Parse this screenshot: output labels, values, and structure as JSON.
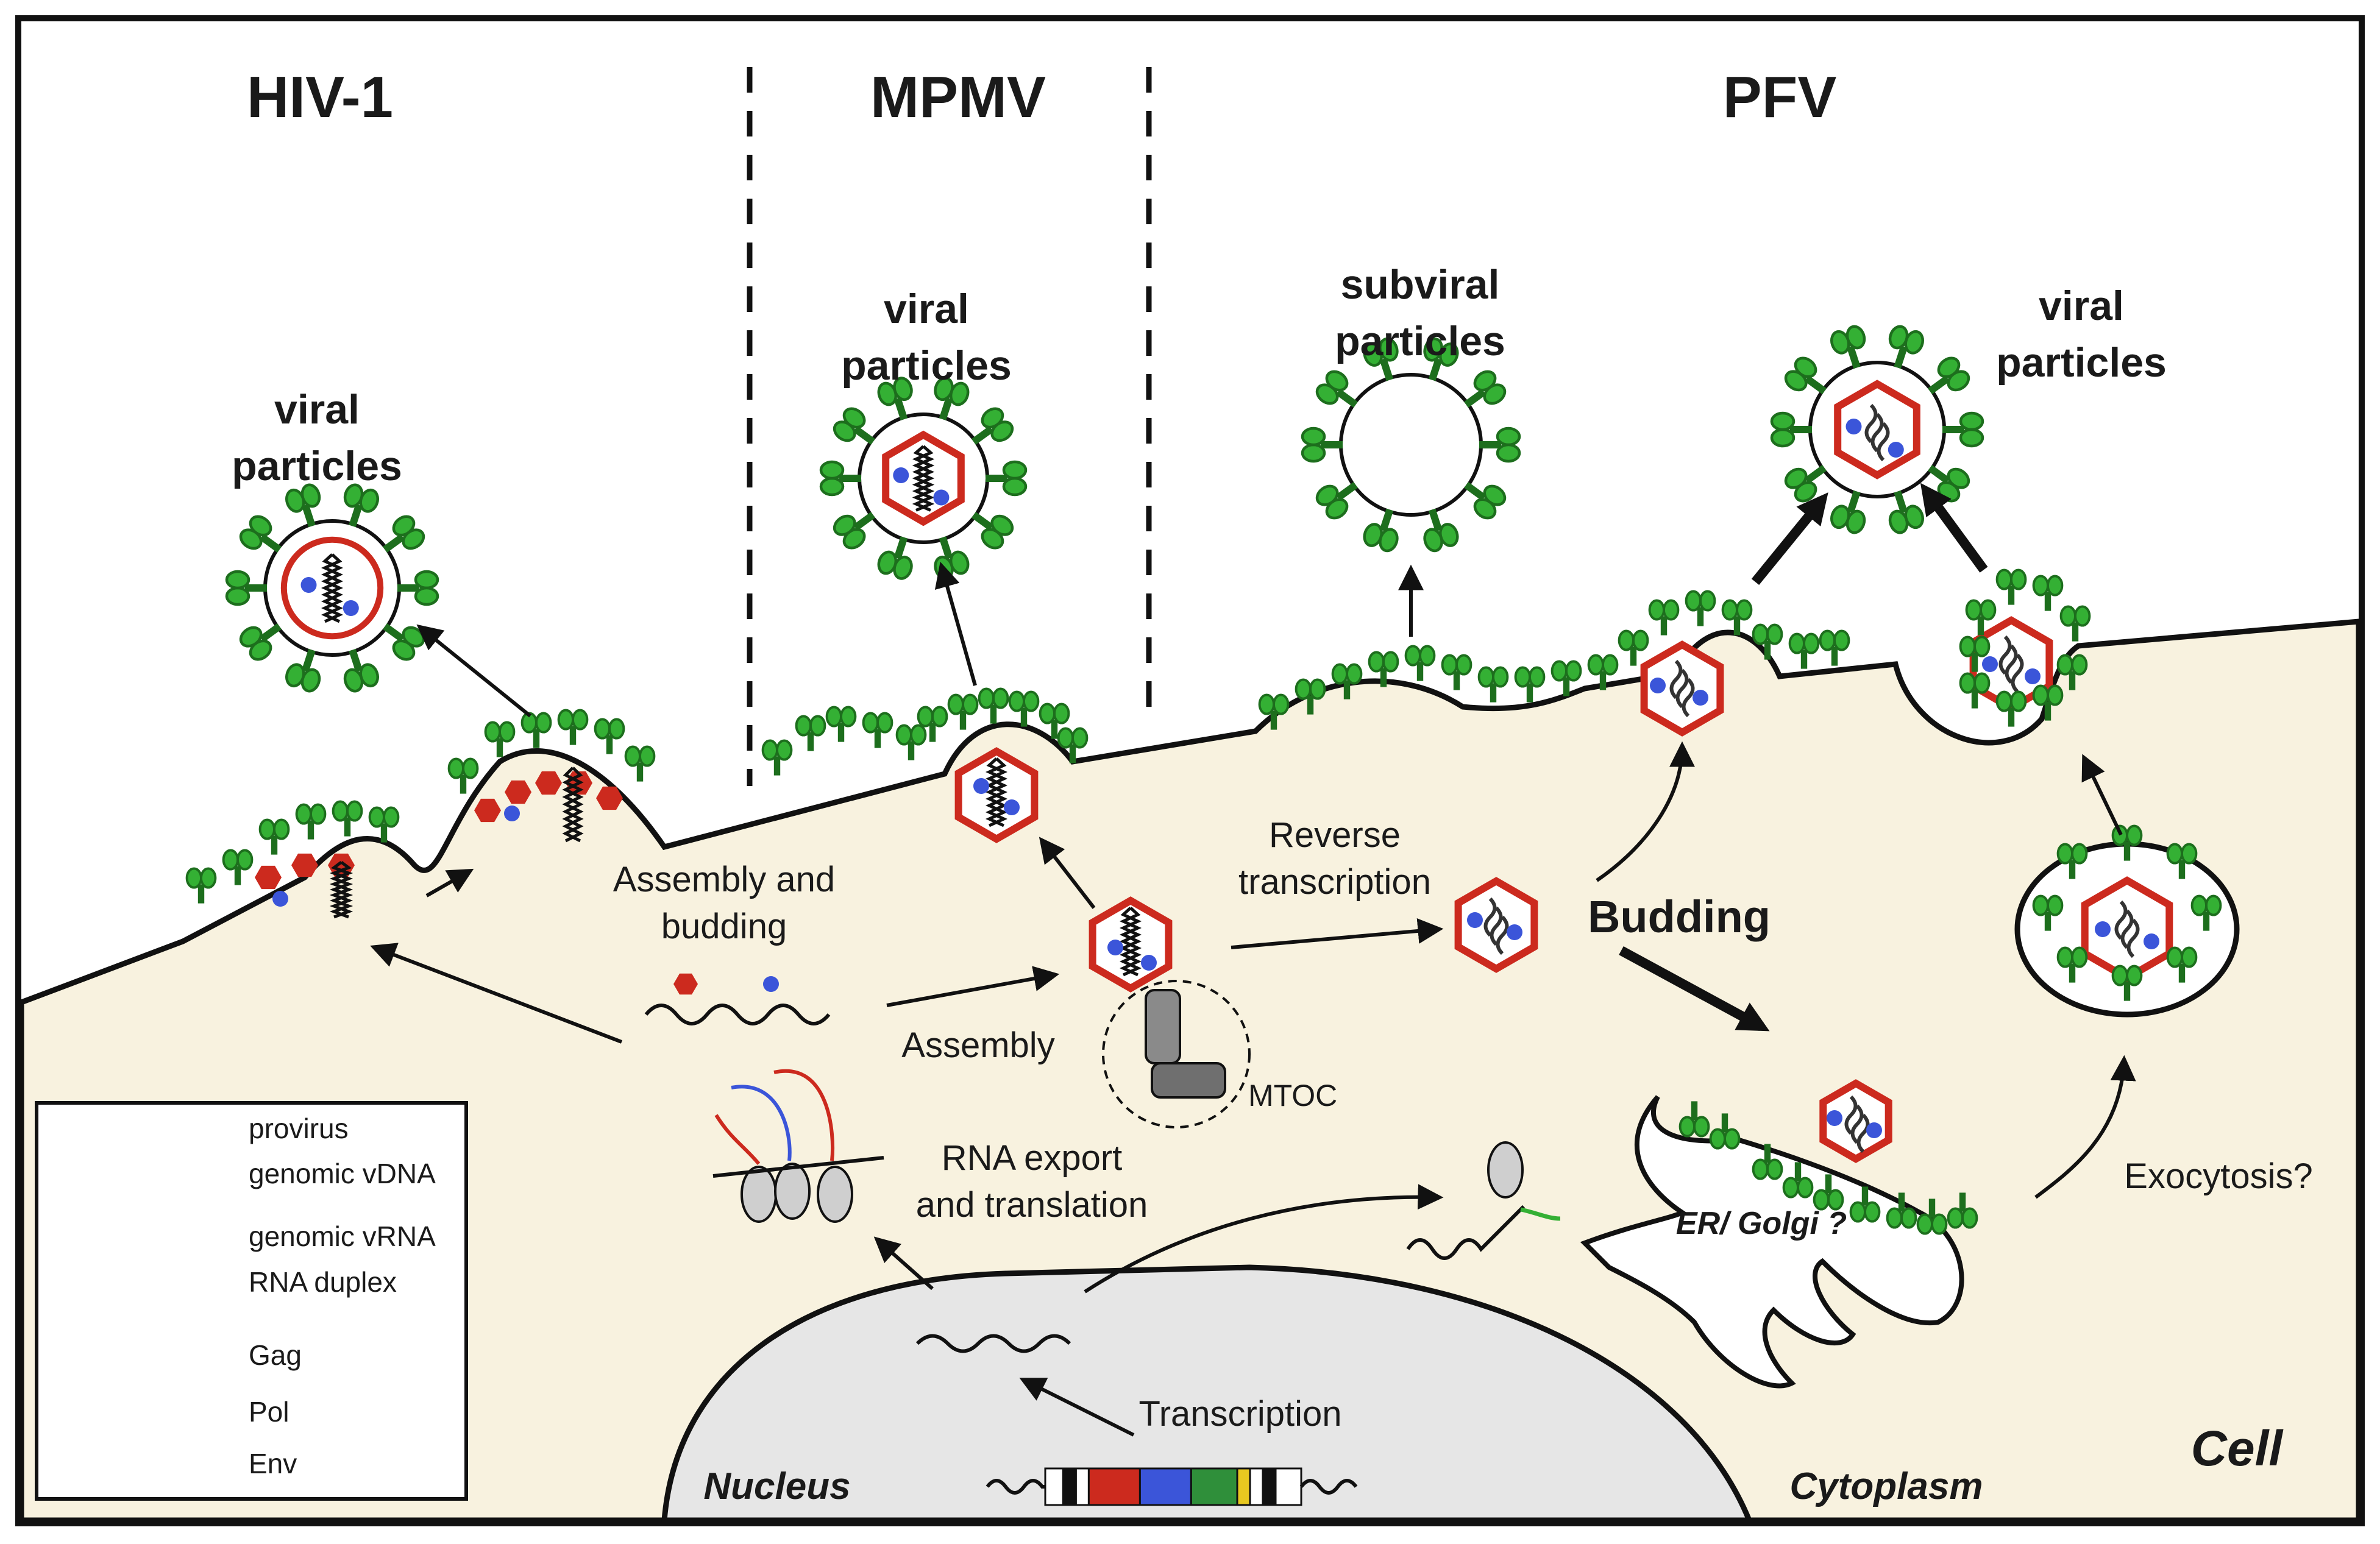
{
  "panels": {
    "hiv": "HIV-1",
    "mpmv": "MPMV",
    "pfv": "PFV"
  },
  "particles": {
    "hiv_l1": "viral",
    "hiv_l2": "particles",
    "mpmv_l1": "viral",
    "mpmv_l2": "particles",
    "subviral_l1": "subviral",
    "subviral_l2": "particles",
    "pfv_l1": "viral",
    "pfv_l2": "particles"
  },
  "process": {
    "assembly_budding_l1": "Assembly and",
    "assembly_budding_l2": "budding",
    "assembly": "Assembly",
    "reverse_l1": "Reverse",
    "reverse_l2": "transcription",
    "budding": "Budding",
    "rna_export_l1": "RNA export",
    "rna_export_l2": "and translation",
    "mtoc": "MTOC",
    "er_golgi": "ER/ Golgi ?",
    "exocytosis": "Exocytosis?",
    "transcription": "Transcription"
  },
  "compartments": {
    "nucleus": "Nucleus",
    "cytoplasm": "Cytoplasm",
    "cell": "Cell"
  },
  "legend": {
    "provirus": "provirus",
    "genomic_vdna": "genomic vDNA",
    "genomic_vrna": "genomic vRNA",
    "rna_duplex": "RNA duplex",
    "gag": "Gag",
    "pol": "Pol",
    "env": "Env"
  },
  "colors": {
    "cytoplasm": "#f8f2df",
    "nucleus": "#e6e6e6",
    "gag": "#cc2a1e",
    "pol": "#3b55d9",
    "env": "#34b034",
    "env_dark": "#1d6e1d",
    "ink": "#111111"
  }
}
